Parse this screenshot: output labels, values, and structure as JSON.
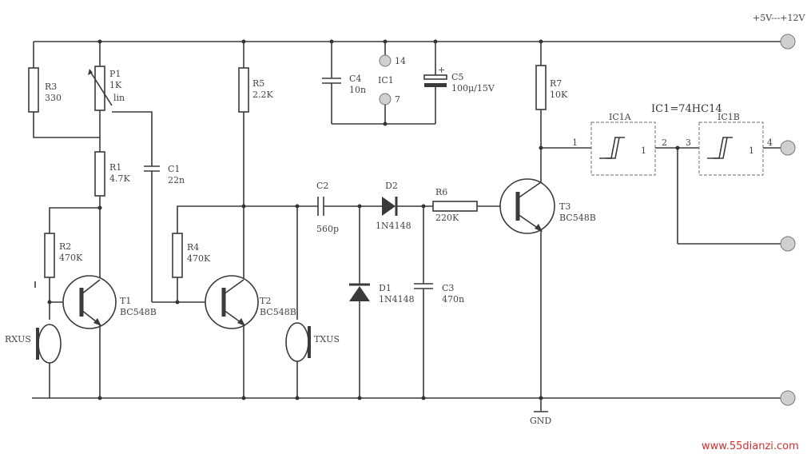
{
  "supply_label": "+5V---+12V",
  "ic_note": "IC1=74HC14",
  "gnd_label": "GND",
  "watermark": "www.55dianzi.com",
  "components": {
    "R3": {
      "name": "R3",
      "value": "330"
    },
    "P1": {
      "name": "P1",
      "value": "1K",
      "extra": "lin"
    },
    "R1": {
      "name": "R1",
      "value": "4.7K"
    },
    "R2": {
      "name": "R2",
      "value": "470K"
    },
    "C1": {
      "name": "C1",
      "value": "22n"
    },
    "R5": {
      "name": "R5",
      "value": "2.2K"
    },
    "R4": {
      "name": "R4",
      "value": "470K"
    },
    "C4": {
      "name": "C4",
      "value": "10n"
    },
    "IC1": {
      "name": "IC1",
      "pin14": "14",
      "pin7": "7"
    },
    "C5": {
      "name": "C5",
      "value": "100μ/15V"
    },
    "C2": {
      "name": "C2",
      "value": "560p"
    },
    "D2": {
      "name": "D2",
      "value": "1N4148"
    },
    "D1": {
      "name": "D1",
      "value": "1N4148"
    },
    "R6": {
      "name": "R6",
      "value": "220K"
    },
    "C3": {
      "name": "C3",
      "value": "470n"
    },
    "R7": {
      "name": "R7",
      "value": "10K"
    },
    "T1": {
      "name": "T1",
      "value": "BC548B"
    },
    "T2": {
      "name": "T2",
      "value": "BC548B"
    },
    "T3": {
      "name": "T3",
      "value": "BC548B"
    },
    "IC1A": {
      "name": "IC1A",
      "pin_in": "1",
      "pin_out": "2",
      "gate": "1"
    },
    "IC1B": {
      "name": "IC1B",
      "pin_in": "3",
      "pin_out": "4",
      "gate": "1"
    },
    "RXUS": {
      "name": "RXUS"
    },
    "TXUS": {
      "name": "TXUS"
    }
  }
}
